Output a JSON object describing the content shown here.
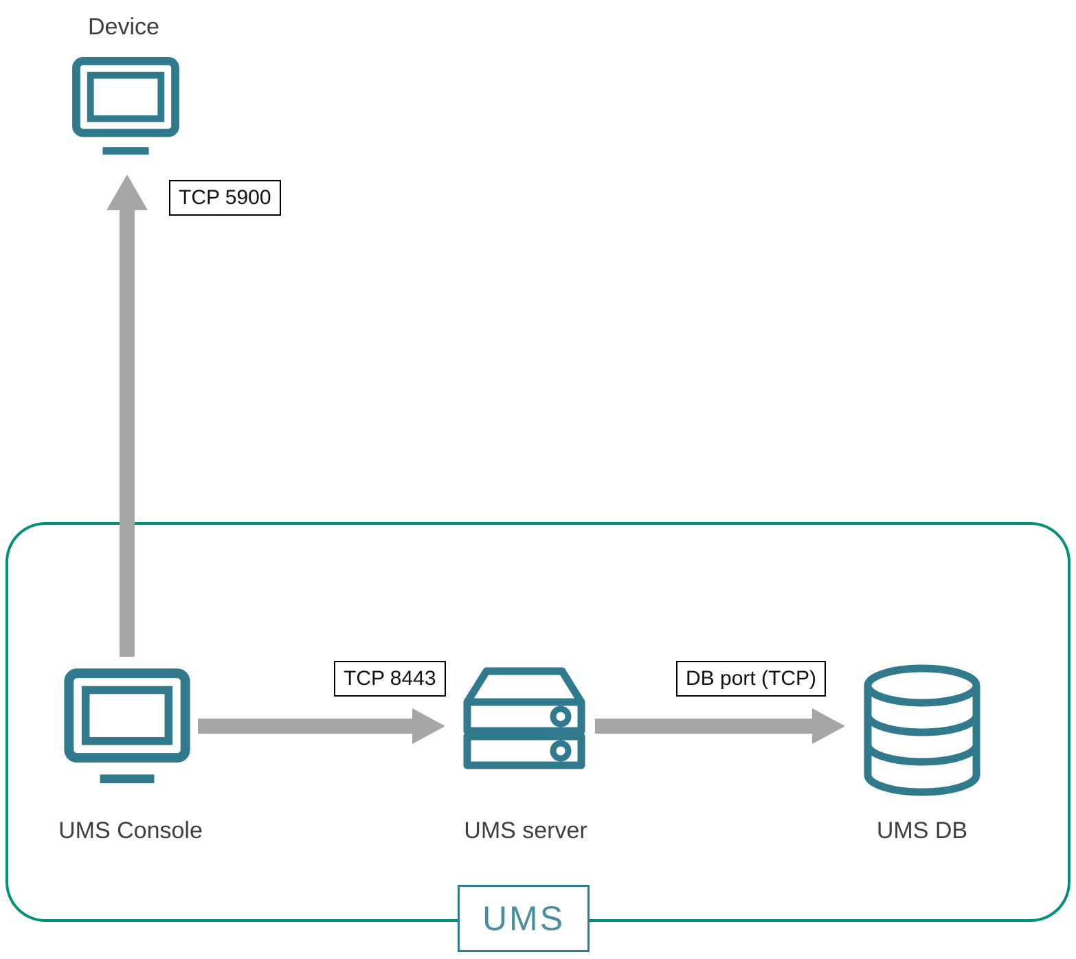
{
  "diagram": {
    "type": "network-architecture",
    "nodes": {
      "device": {
        "label": "Device",
        "icon": "monitor-icon"
      },
      "ums_console": {
        "label": "UMS Console",
        "icon": "monitor-icon"
      },
      "ums_server": {
        "label": "UMS server",
        "icon": "server-icon"
      },
      "ums_db": {
        "label": "UMS DB",
        "icon": "database-icon"
      }
    },
    "edges": {
      "console_to_device": {
        "label": "TCP 5900",
        "from": "ums_console",
        "to": "device",
        "direction": "up"
      },
      "console_to_server": {
        "label": "TCP 8443",
        "from": "ums_console",
        "to": "ums_server",
        "direction": "right"
      },
      "server_to_db": {
        "label": "DB port (TCP)",
        "from": "ums_server",
        "to": "ums_db",
        "direction": "right"
      }
    },
    "group": {
      "label": "UMS",
      "contains": [
        "ums_console",
        "ums_server",
        "ums_db"
      ]
    },
    "colors": {
      "icon": "#317a8d",
      "group_border": "#00917d",
      "arrow": "#a6a6a6",
      "ums_text": "#4a8fa0",
      "label_text": "#3f3f3f",
      "port_text": "#111111"
    }
  }
}
